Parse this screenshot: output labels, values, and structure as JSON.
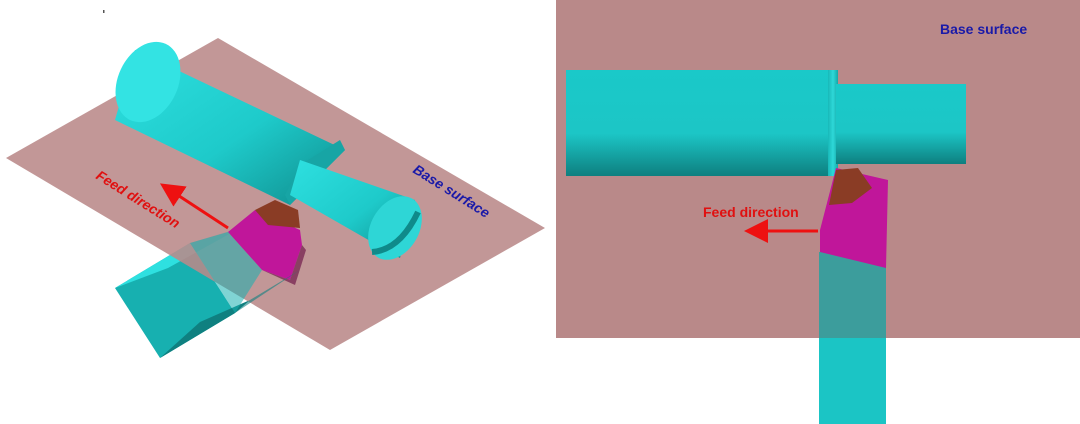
{
  "left_view": {
    "base_label": "Base surface",
    "feed_label": "Feed direction"
  },
  "right_view": {
    "base_label": "Base surface",
    "feed_label": "Feed direction"
  },
  "colors": {
    "base_surface": "#b98989",
    "workpiece": "#1fcccc",
    "tool_shank": "#1bc5c5",
    "tool_insert": "#c0169a",
    "chip": "#8a3c25",
    "feed_arrow": "#ee1111",
    "base_label": "#1a1aa8",
    "feed_label": "#e01010"
  }
}
